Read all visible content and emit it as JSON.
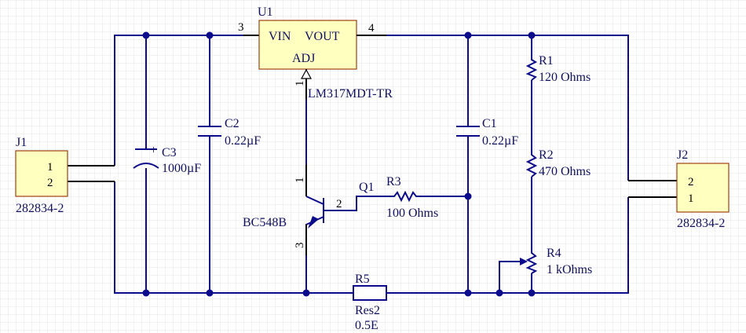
{
  "u1": {
    "designator": "U1",
    "part": "LM317MDT-TR",
    "pin_vin": "VIN",
    "pin_vout": "VOUT",
    "pin_adj": "ADJ",
    "pin3": "3",
    "pin4": "4",
    "pin1": "1"
  },
  "j1": {
    "designator": "J1",
    "part": "282834-2",
    "pin1": "1",
    "pin2": "2"
  },
  "j2": {
    "designator": "J2",
    "part": "282834-2",
    "pin2": "2",
    "pin1": "1"
  },
  "c1": {
    "designator": "C1",
    "value": "0.22µF"
  },
  "c2": {
    "designator": "C2",
    "value": "0.22µF"
  },
  "c3": {
    "designator": "C3",
    "value": "1000µF",
    "polarity": "+"
  },
  "r1": {
    "designator": "R1",
    "value": "120 Ohms"
  },
  "r2": {
    "designator": "R2",
    "value": "470 Ohms"
  },
  "r3": {
    "designator": "R3",
    "value": "100 Ohms"
  },
  "r4": {
    "designator": "R4",
    "value": "1 kOhms"
  },
  "r5": {
    "designator": "R5",
    "part": "Res2",
    "value": "0.5E"
  },
  "q1": {
    "designator": "Q1",
    "part": "BC548B",
    "pin1": "1",
    "pin2": "2",
    "pin3": "3"
  },
  "colors": {
    "wire": "#0b0b8c",
    "component_fill": "#ffffc0",
    "component_border": "#a04010",
    "grid": "#e6e6e6",
    "label": "#101060"
  }
}
